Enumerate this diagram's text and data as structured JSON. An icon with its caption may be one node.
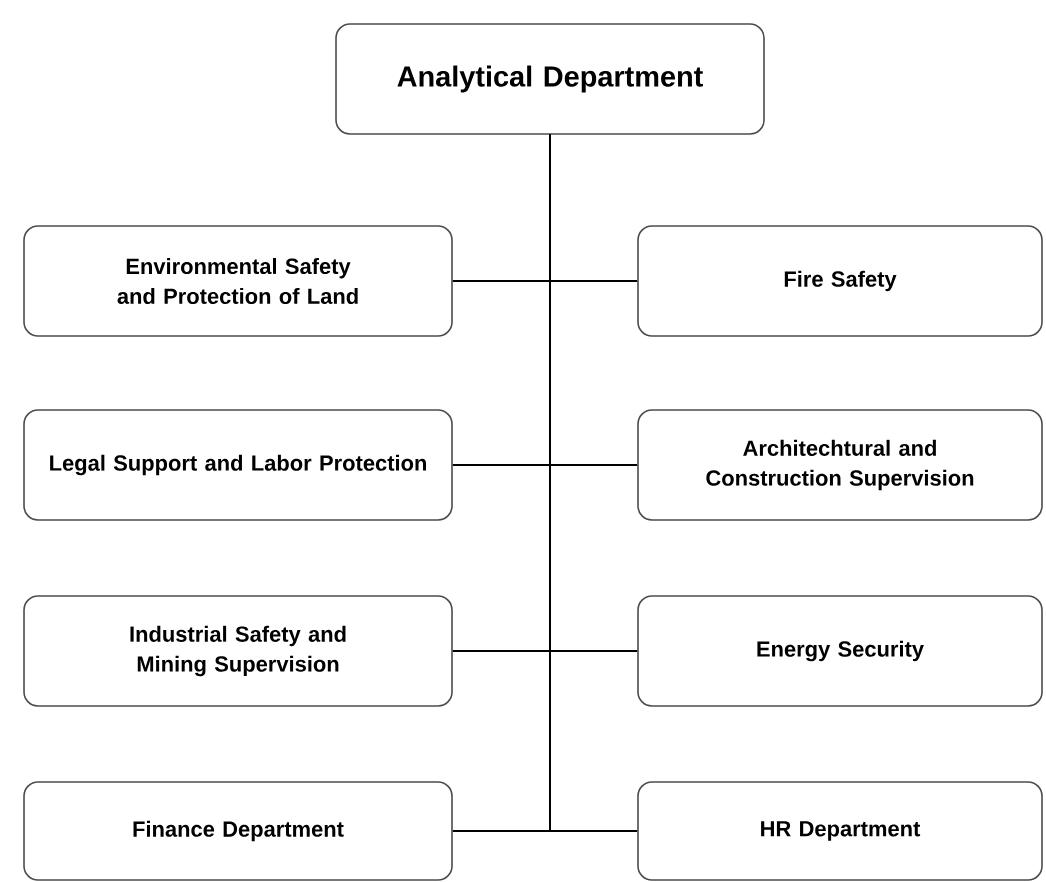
{
  "diagram": {
    "nodes": [
      {
        "text": [
          "Analytical Department"
        ]
      },
      {
        "text": [
          "Environmental Safety and Protection of Land"
        ]
      },
      {
        "text": [
          "Fire Safety"
        ]
      },
      {
        "text": [
          "Legal Support and Labor Protection"
        ]
      },
      {
        "text": [
          "Architechtural and Construction Supervision"
        ]
      },
      {
        "text": [
          "Industrial Safety and Mining Supervision"
        ]
      },
      {
        "text": [
          "Energy Security"
        ]
      },
      {
        "text": [
          "Finance Department"
        ]
      },
      {
        "text": [
          "HR Department"
        ]
      }
    ],
    "edges": [
      {
        "from": 0,
        "to": 1,
        "arrow": "none"
      },
      {
        "from": 0,
        "to": 2,
        "arrow": "none"
      },
      {
        "from": 0,
        "to": 3,
        "arrow": "none"
      },
      {
        "from": 0,
        "to": 4,
        "arrow": "none"
      },
      {
        "from": 0,
        "to": 5,
        "arrow": "none"
      },
      {
        "from": 0,
        "to": 6,
        "arrow": "none"
      },
      {
        "from": 0,
        "to": 7,
        "arrow": "none"
      },
      {
        "from": 0,
        "to": 8,
        "arrow": "none"
      }
    ]
  }
}
